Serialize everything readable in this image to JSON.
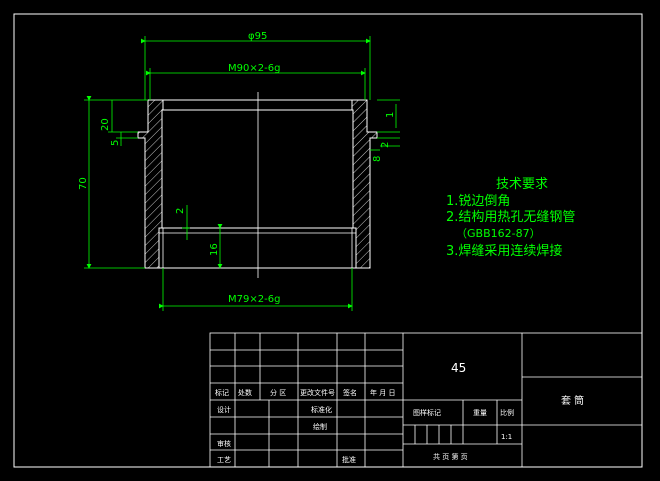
{
  "drawing": {
    "dims": {
      "top_diameter": "φ95",
      "top_thread": "M90×2-6g",
      "bottom_thread": "M79×2-6g",
      "height_total": "70",
      "height_20": "20",
      "height_5": "5",
      "height_2": "2",
      "height_16": "16",
      "right_1": "1",
      "right_2": "2",
      "right_8": "8"
    },
    "notes": {
      "title": "技术要求",
      "items": [
        "1.锐边倒角",
        "2.结构用热孔无缝钢管",
        "（GBB162-87）",
        "3.焊缝采用连续焊接"
      ]
    }
  },
  "title_block": {
    "material": "45",
    "part_name": "套  筒",
    "row_marks": [
      "标记",
      "处数",
      "分 区",
      "更改文件号",
      "签名",
      "年 月 日"
    ],
    "designer": "设计",
    "standardize": "标准化",
    "checker": "审核",
    "process": "工艺",
    "drafting": "绘制",
    "approve": "批准",
    "stage_mark": "图样标记",
    "weight": "重量",
    "scale_label": "比例",
    "scale_value": "1:1",
    "sheets": "共  页  第  页"
  },
  "colors": {
    "geometry": "#ffffff",
    "dimension": "#00ff00",
    "frame": "#ffffff",
    "background": "#000000"
  }
}
